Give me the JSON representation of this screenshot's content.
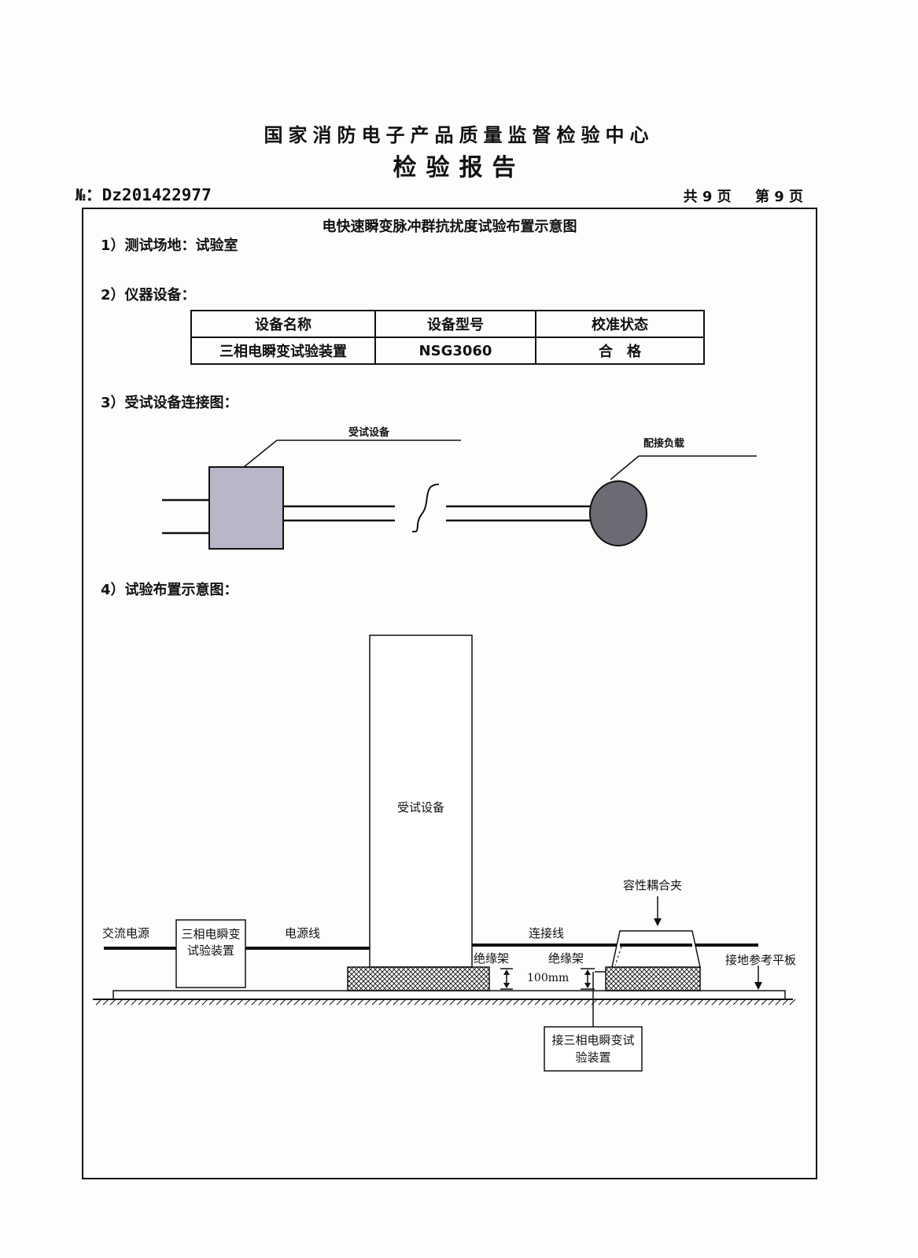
{
  "header": {
    "organization": "国家消防电子产品质量监督检验中心",
    "report_title": "检验报告",
    "report_number": "№：Dz201422977",
    "total_pages": "共 9 页",
    "page": "第 9 页"
  },
  "frame_title": "电快速瞬变脉冲群抗扰度试验布置示意图",
  "sections": {
    "site": "1）测试场地：试验室",
    "instruments": "2）仪器设备：",
    "connection": "3）受试设备连接图：",
    "layout": "4）试验布置示意图："
  },
  "equipment_table": {
    "headers": [
      "设备名称",
      "设备型号",
      "校准状态"
    ],
    "rows": [
      [
        "三相电瞬变试验装置",
        "NSG3060",
        "合　格"
      ]
    ]
  },
  "connection_diagram": {
    "eut_label": "受试设备",
    "load_label": "配接负载"
  },
  "layout_diagram": {
    "eut": "受试设备",
    "ac_power": "交流电源",
    "generator": "三相电瞬变试验装置",
    "power_line": "电源线",
    "connection_line": "连接线",
    "clamp": "容性耦合夹",
    "insulation_left": "绝缘架",
    "insulation_right": "绝缘架",
    "height": "100mm",
    "ground_plane": "接地参考平板",
    "to_generator": "接三相电瞬变试验装置"
  },
  "colors": {
    "box_fill": "#b9b6c8",
    "load_fill": "#6c6a72",
    "ink": "#111111"
  }
}
